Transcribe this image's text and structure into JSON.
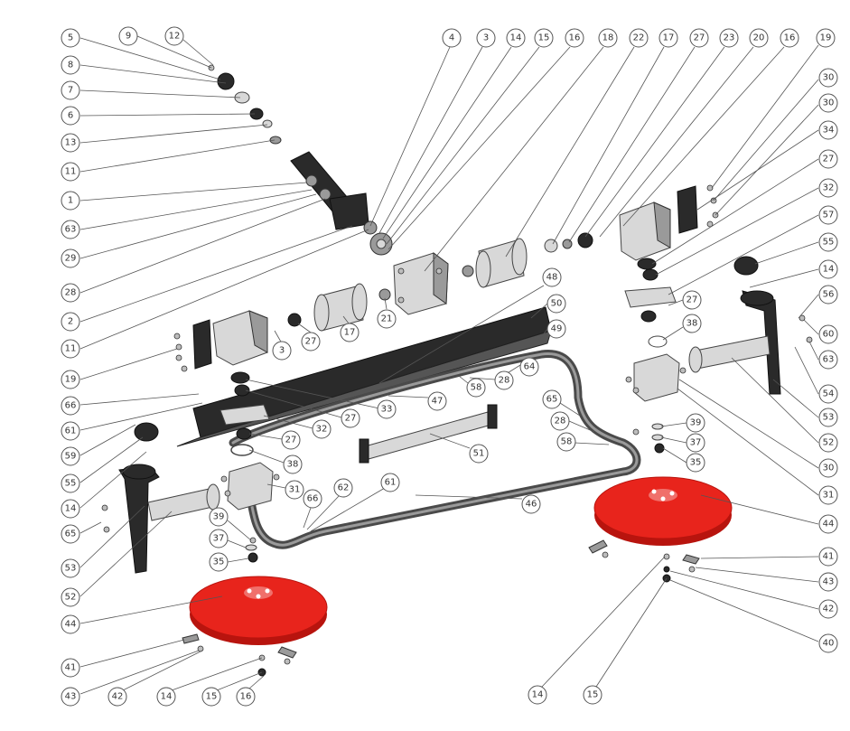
{
  "colors": {
    "disc": "#e8241c",
    "disc_dark": "#b8140e",
    "metal": "#d8d8d8",
    "frame": "#2a2a2a"
  },
  "callouts": [
    {
      "label": "5"
    },
    {
      "label": "9"
    },
    {
      "label": "12"
    },
    {
      "label": "8"
    },
    {
      "label": "7"
    },
    {
      "label": "6"
    },
    {
      "label": "13"
    },
    {
      "label": "11"
    },
    {
      "label": "1"
    },
    {
      "label": "63"
    },
    {
      "label": "29"
    },
    {
      "label": "28"
    },
    {
      "label": "2"
    },
    {
      "label": "11"
    },
    {
      "label": "4"
    },
    {
      "label": "3"
    },
    {
      "label": "14"
    },
    {
      "label": "15"
    },
    {
      "label": "16"
    },
    {
      "label": "18"
    },
    {
      "label": "22"
    },
    {
      "label": "17"
    },
    {
      "label": "27"
    },
    {
      "label": "23"
    },
    {
      "label": "20"
    },
    {
      "label": "16"
    },
    {
      "label": "19"
    },
    {
      "label": "30"
    },
    {
      "label": "30"
    },
    {
      "label": "34"
    },
    {
      "label": "27"
    },
    {
      "label": "32"
    },
    {
      "label": "57"
    },
    {
      "label": "55"
    },
    {
      "label": "14"
    },
    {
      "label": "56"
    },
    {
      "label": "60"
    },
    {
      "label": "63"
    },
    {
      "label": "54"
    },
    {
      "label": "53"
    },
    {
      "label": "52"
    },
    {
      "label": "30"
    },
    {
      "label": "31"
    },
    {
      "label": "44"
    },
    {
      "label": "41"
    },
    {
      "label": "43"
    },
    {
      "label": "42"
    },
    {
      "label": "40"
    },
    {
      "label": "14"
    },
    {
      "label": "15"
    },
    {
      "label": "48"
    },
    {
      "label": "50"
    },
    {
      "label": "49"
    },
    {
      "label": "64"
    },
    {
      "label": "58"
    },
    {
      "label": "28"
    },
    {
      "label": "47"
    },
    {
      "label": "33"
    },
    {
      "label": "27"
    },
    {
      "label": "32"
    },
    {
      "label": "27"
    },
    {
      "label": "38"
    },
    {
      "label": "31"
    },
    {
      "label": "66"
    },
    {
      "label": "62"
    },
    {
      "label": "61"
    },
    {
      "label": "46"
    },
    {
      "label": "51"
    },
    {
      "label": "65"
    },
    {
      "label": "28"
    },
    {
      "label": "58"
    },
    {
      "label": "39"
    },
    {
      "label": "37"
    },
    {
      "label": "35"
    },
    {
      "label": "27"
    },
    {
      "label": "38"
    },
    {
      "label": "17"
    },
    {
      "label": "21"
    },
    {
      "label": "27"
    },
    {
      "label": "3"
    },
    {
      "label": "19"
    },
    {
      "label": "66"
    },
    {
      "label": "61"
    },
    {
      "label": "59"
    },
    {
      "label": "55"
    },
    {
      "label": "14"
    },
    {
      "label": "65"
    },
    {
      "label": "53"
    },
    {
      "label": "52"
    },
    {
      "label": "39"
    },
    {
      "label": "37"
    },
    {
      "label": "35"
    },
    {
      "label": "44"
    },
    {
      "label": "41"
    },
    {
      "label": "43"
    },
    {
      "label": "42"
    },
    {
      "label": "14"
    },
    {
      "label": "15"
    },
    {
      "label": "16"
    }
  ]
}
